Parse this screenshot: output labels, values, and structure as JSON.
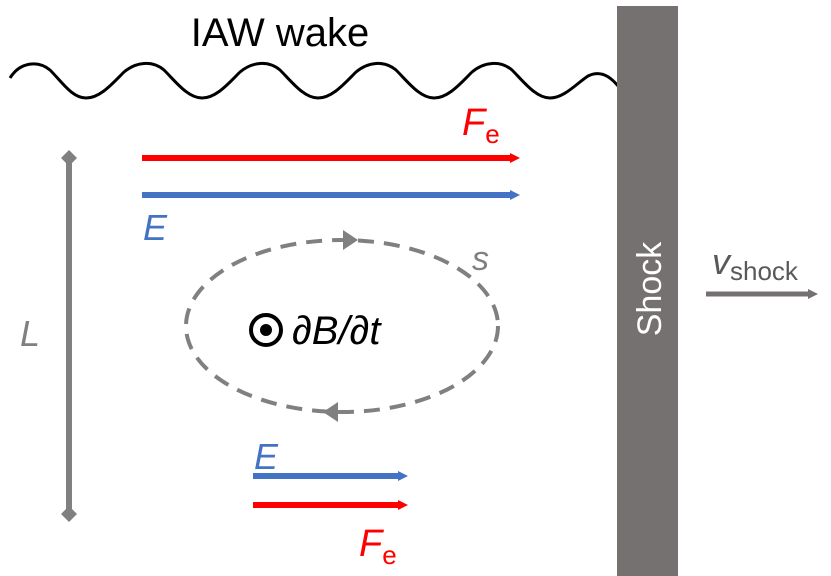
{
  "title": "IAW wake",
  "shock": {
    "label": "Shock",
    "color": "#767171"
  },
  "velocity": {
    "symbol": "v",
    "subscript": "shock"
  },
  "length_label": "L",
  "path_label": "s",
  "field_rate": {
    "text": "∂B/∂t",
    "icon": "out-of-page-dot-icon"
  },
  "upper_arrows": {
    "force": {
      "symbol": "F",
      "subscript": "e"
    },
    "field": {
      "symbol": "E"
    }
  },
  "lower_arrows": {
    "field": {
      "symbol": "E"
    },
    "force": {
      "symbol": "F",
      "subscript": "e"
    }
  },
  "colors": {
    "force": "#ff0000",
    "field": "#4472c4",
    "gray": "#808080",
    "black": "#000000"
  }
}
